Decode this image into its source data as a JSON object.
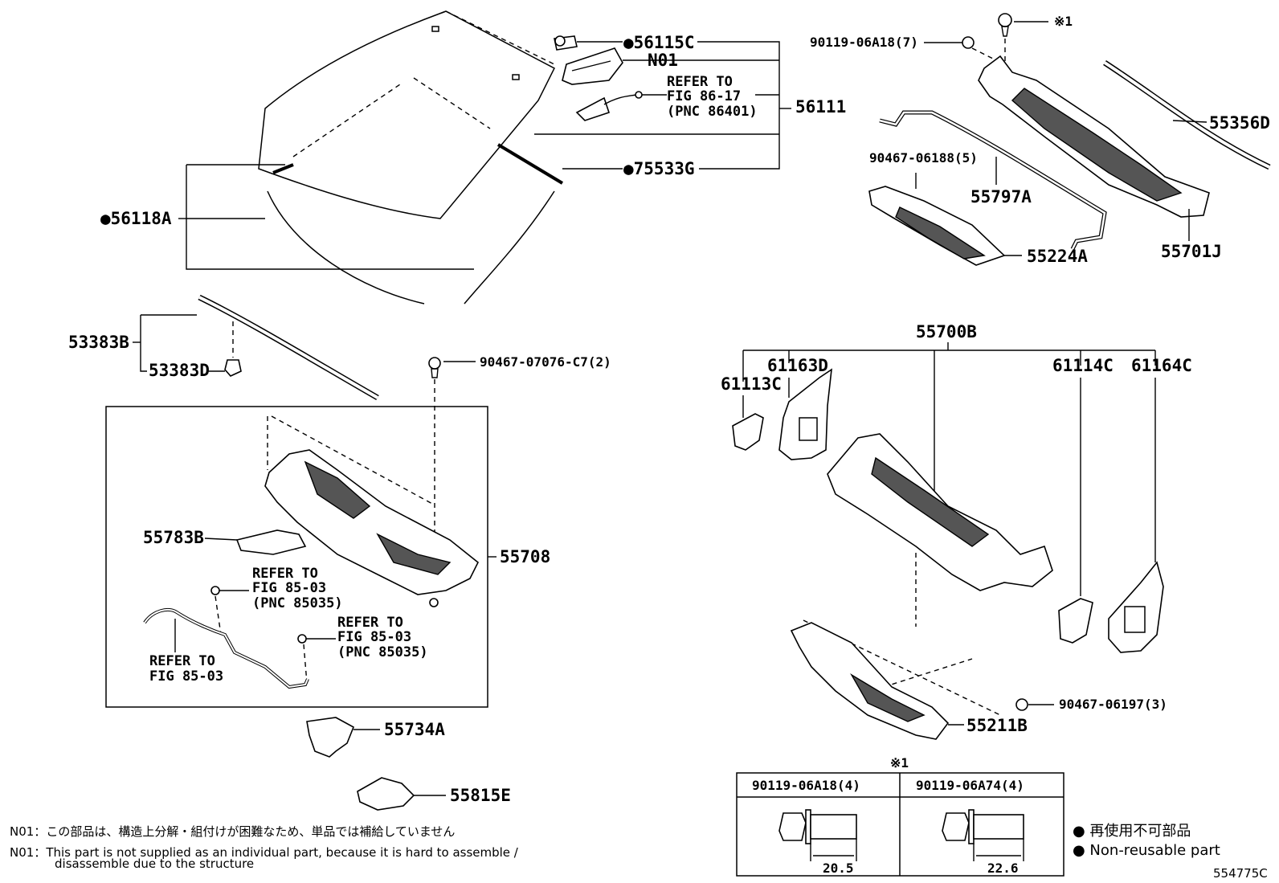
{
  "parts": {
    "p56115c": "●56115C",
    "n01": "N01",
    "ref_86_17": [
      "REFER TO",
      "FIG 86-17",
      "(PNC 86401)"
    ],
    "p56111": "56111",
    "p75533g": "●75533G",
    "p56118a": "●56118A",
    "p90119_06a18_7": "90119-06A18(7)",
    "mark1_top": "※1",
    "p53356d": "55356D",
    "p90467_06188_5": "90467-06188(5)",
    "p55797a": "55797A",
    "p55224a": "55224A",
    "p55701j": "55701J",
    "p53383b": "53383B",
    "p53383d": "53383D",
    "p90467_07076": "90467-07076-C7(2)",
    "p55783b": "55783B",
    "ref_85_03_a": [
      "REFER TO",
      "FIG 85-03",
      "(PNC 85035)"
    ],
    "p55708": "55708",
    "ref_85_03_b": [
      "REFER TO",
      "FIG 85-03",
      "(PNC 85035)"
    ],
    "ref_85_03_c": [
      "REFER TO",
      "FIG 85-03"
    ],
    "p55734a": "55734A",
    "p55815e": "55815E",
    "p55700b": "55700B",
    "p61163d": "61163D",
    "p61113c": "61113C",
    "p61114c": "61114C",
    "p61164c": "61164C",
    "p90467_06197_3": "90467-06197(3)",
    "p55211b": "55211B"
  },
  "bolt_table": {
    "mark": "※1",
    "col1_header": "90119-06A18(4)",
    "col2_header": "90119-06A74(4)",
    "col1_dim": "20.5",
    "col2_dim": "22.6"
  },
  "notes": {
    "jp_prefix": "N01：",
    "jp_text": "この部品は、構造上分解・組付けが困難なため、単品では補給していません",
    "en_prefix": "N01：",
    "en_line1": "This part is not supplied as an individual part, because it is hard to assemble /",
    "en_line2": "disassemble due to the structure"
  },
  "legend": {
    "jp": "● 再使用不可部品",
    "en": "● Non-reusable part"
  },
  "figure_id": "554775C"
}
